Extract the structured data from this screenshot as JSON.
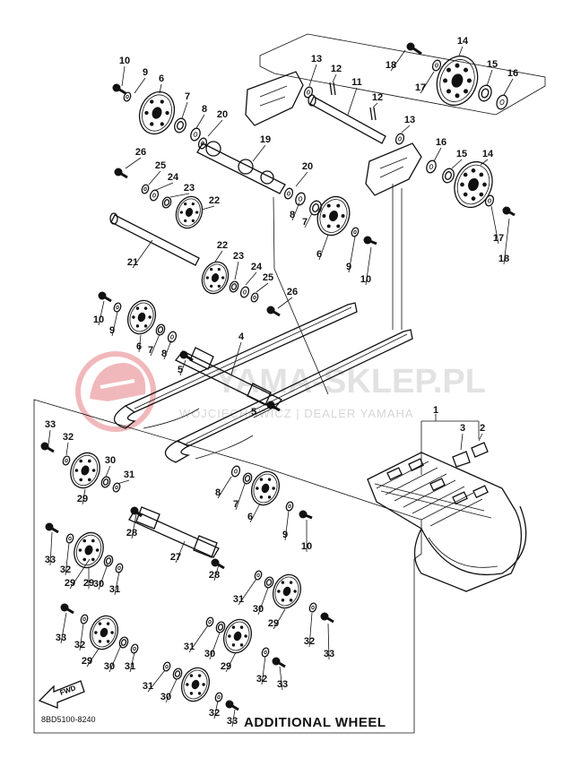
{
  "diagram": {
    "callouts": {
      "c1": "1",
      "c2": "2",
      "c3": "3",
      "c4": "4",
      "c5a": "5",
      "c5b": "5",
      "c6a": "6",
      "c6b": "6",
      "c6c": "6",
      "c6d": "6",
      "c7a": "7",
      "c7b": "7",
      "c7c": "7",
      "c7d": "7",
      "c8a": "8",
      "c8b": "8",
      "c8c": "8",
      "c8d": "8",
      "c9a": "9",
      "c9b": "9",
      "c9c": "9",
      "c9d": "9",
      "c10a": "10",
      "c10b": "10",
      "c10c": "10",
      "c10d": "10",
      "c11": "11",
      "c12a": "12",
      "c12b": "12",
      "c13a": "13",
      "c13b": "13",
      "c14a": "14",
      "c14b": "14",
      "c15a": "15",
      "c15b": "15",
      "c16a": "16",
      "c16b": "16",
      "c17a": "17",
      "c17b": "17",
      "c18a": "18",
      "c18b": "18",
      "c19": "19",
      "c20a": "20",
      "c20b": "20",
      "c21": "21",
      "c22a": "22",
      "c22b": "22",
      "c23a": "23",
      "c23b": "23",
      "c24a": "24",
      "c24b": "24",
      "c25a": "25",
      "c25b": "25",
      "c26a": "26",
      "c26b": "26",
      "c27": "27",
      "c28a": "28",
      "c28b": "28",
      "c29a": "29",
      "c29b": "29",
      "c29c": "29",
      "c29d": "29",
      "c29e": "29",
      "c29f": "29",
      "c30a": "30",
      "c30b": "30",
      "c30c": "30",
      "c30d": "30",
      "c30e": "30",
      "c30f": "30",
      "c31a": "31",
      "c31b": "31",
      "c31c": "31",
      "c31d": "31",
      "c31e": "31",
      "c31f": "31",
      "c32a": "32",
      "c32b": "32",
      "c32c": "32",
      "c32d": "32",
      "c32e": "32",
      "c32f": "32",
      "c33a": "33",
      "c33b": "33",
      "c33c": "33",
      "c33d": "33",
      "c33e": "33",
      "c33f": "33"
    },
    "additional_wheel_label": "ADDITIONAL WHEEL",
    "fwd_label": "FWD",
    "drawing_code": "8BD5100-8240"
  },
  "watermark": {
    "main": "YAMA-SKLEP.PL",
    "sub": "WOJCIECHOWICZ | DEALER YAMAHA",
    "accent_color": "#d9363e"
  }
}
